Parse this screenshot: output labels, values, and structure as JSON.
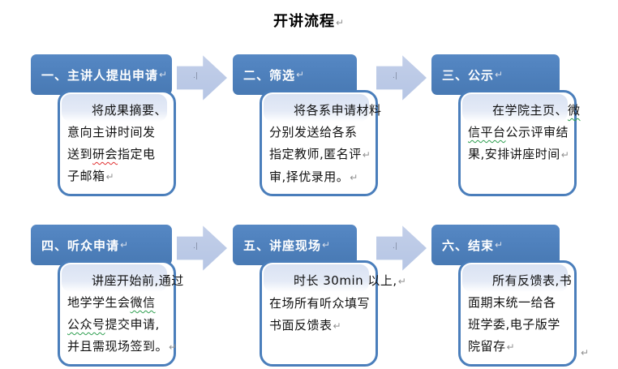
{
  "pilcrow": "↵",
  "arrow_mark": ".|",
  "title": {
    "text": "开讲流程"
  },
  "colors": {
    "header_fill": "#4f81bd",
    "body_border": "#4a7ebb",
    "band_tint": "#dce4f3",
    "arrow_fill": "#b9c8e6",
    "spellcheck_red": "#e03030",
    "grammar_green": "#2e9e4f"
  },
  "boxes": [
    {
      "header": "一、主讲人提出申请",
      "body": [
        {
          "indent": true,
          "segments": [
            {
              "t": "将成果摘要、"
            }
          ]
        },
        {
          "segments": [
            {
              "t": "意向主讲时间发"
            }
          ]
        },
        {
          "segments": [
            {
              "t": "送到"
            },
            {
              "t": "研会",
              "u": "red"
            },
            {
              "t": "指定电"
            }
          ]
        },
        {
          "segments": [
            {
              "t": "子邮箱"
            }
          ],
          "mark": true
        }
      ]
    },
    {
      "header": "二、筛选",
      "body": [
        {
          "indent": true,
          "segments": [
            {
              "t": "将各系申请材料"
            }
          ]
        },
        {
          "segments": [
            {
              "t": "分别发送给各系"
            }
          ]
        },
        {
          "segments": [
            {
              "t": "指定教师,匿名评"
            }
          ],
          "mark": true
        },
        {
          "segments": [
            {
              "t": "审,择优录用。"
            }
          ],
          "mark": true
        }
      ]
    },
    {
      "header": "三、公示",
      "body": [
        {
          "indent": true,
          "segments": [
            {
              "t": "在学院主页、"
            },
            {
              "t": "微",
              "u": "green"
            }
          ]
        },
        {
          "segments": [
            {
              "t": "信平台",
              "u": "green"
            },
            {
              "t": "公示评审结"
            }
          ]
        },
        {
          "segments": [
            {
              "t": "果,安排讲座时间"
            }
          ],
          "mark": true
        }
      ]
    },
    {
      "header": "四、听众申请",
      "body": [
        {
          "indent": true,
          "segments": [
            {
              "t": "讲座开始前,通过"
            }
          ]
        },
        {
          "segments": [
            {
              "t": "地学学生会"
            },
            {
              "t": "微信",
              "u": "green"
            }
          ]
        },
        {
          "segments": [
            {
              "t": "公众号",
              "u": "green"
            },
            {
              "t": "提交申请,"
            }
          ]
        },
        {
          "segments": [
            {
              "t": "并且需现场签到。"
            }
          ],
          "mark": true
        }
      ]
    },
    {
      "header": "五、讲座现场",
      "body": [
        {
          "indent": true,
          "segments": [
            {
              "t": "时长 30min 以上,"
            }
          ],
          "mark": true
        },
        {
          "segments": [
            {
              "t": "在场所有听众填写"
            }
          ]
        },
        {
          "segments": [
            {
              "t": "书面反馈表"
            }
          ],
          "mark": true
        }
      ]
    },
    {
      "header": "六、结束",
      "body": [
        {
          "indent": true,
          "segments": [
            {
              "t": "所有反馈表,书"
            }
          ]
        },
        {
          "segments": [
            {
              "t": "面期末统一给各"
            }
          ]
        },
        {
          "segments": [
            {
              "t": "班学委,电子版学"
            }
          ]
        },
        {
          "segments": [
            {
              "t": "院留存"
            }
          ],
          "mark": true
        }
      ]
    }
  ]
}
